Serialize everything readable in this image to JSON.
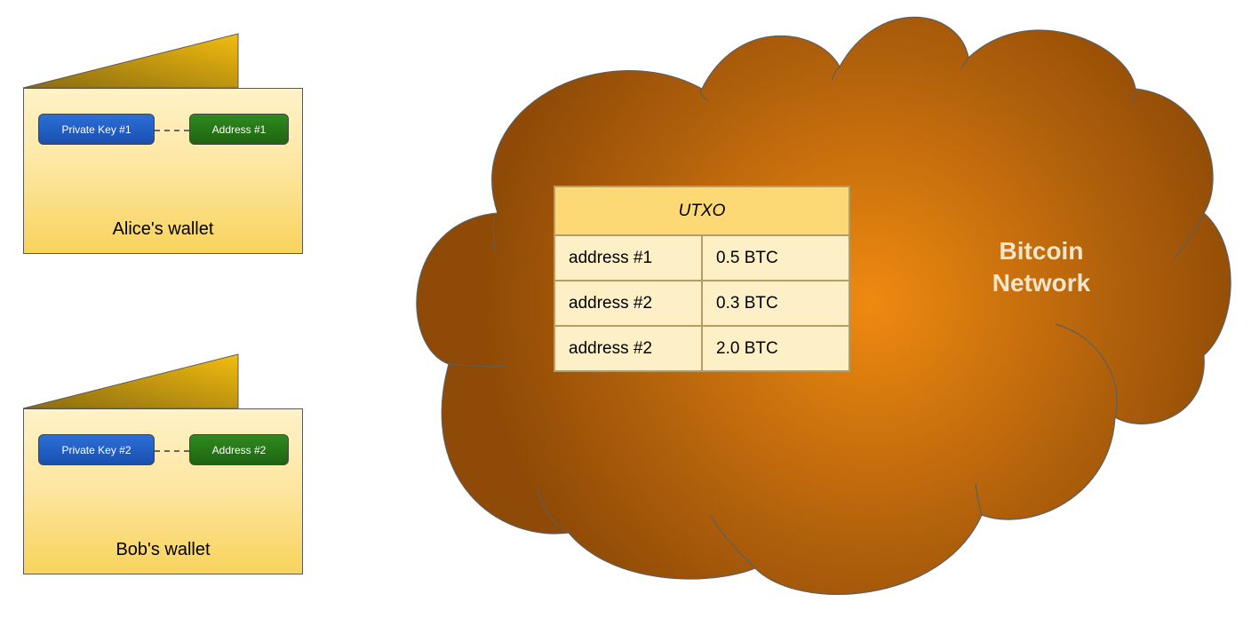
{
  "wallets": [
    {
      "owner_label": "Alice's wallet",
      "private_key_label": "Private Key #1",
      "address_label": "Address #1"
    },
    {
      "owner_label": "Bob's wallet",
      "private_key_label": "Private Key #2",
      "address_label": "Address #2"
    }
  ],
  "network": {
    "label_line1": "Bitcoin",
    "label_line2": "Network"
  },
  "utxo": {
    "header": "UTXO",
    "rows": [
      {
        "address": "address #1",
        "amount": "0.5 BTC"
      },
      {
        "address": "address #2",
        "amount": "0.3 BTC"
      },
      {
        "address": "address #2",
        "amount": "2.0 BTC"
      }
    ]
  },
  "colors": {
    "cloud_center": "#ef8a10",
    "cloud_edge": "#8e4a06",
    "wallet_fill": "#f8d35c",
    "key_blue": "#1a4fb0",
    "address_green": "#1f6412",
    "table_header": "#fcd974",
    "table_cell": "#fdf0c7"
  }
}
